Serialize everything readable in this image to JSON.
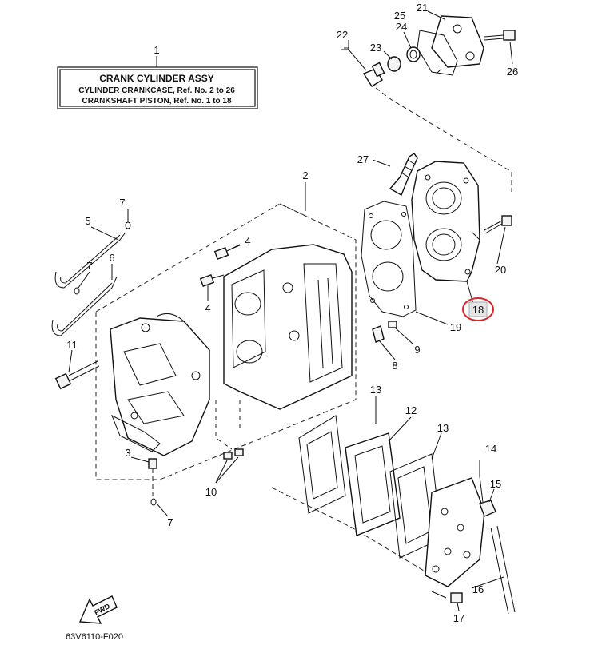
{
  "legend": {
    "title": "CRANK CYLINDER ASSY",
    "line1": "CYLINDER CRANKCASE,  Ref. No.  2 to 26",
    "line2": "CRANKSHAFT PISTON,  Ref. No.  1 to 18"
  },
  "fwd_label": "FWD",
  "diagram_code": "63V6110-F020",
  "highlight_color": "#d9262c",
  "callouts": [
    "1",
    "2",
    "3",
    "4",
    "4",
    "5",
    "6",
    "7",
    "7",
    "7",
    "8",
    "9",
    "10",
    "11",
    "12",
    "13",
    "13",
    "14",
    "15",
    "16",
    "17",
    "18",
    "19",
    "20",
    "21",
    "22",
    "23",
    "24",
    "25",
    "26",
    "27"
  ]
}
